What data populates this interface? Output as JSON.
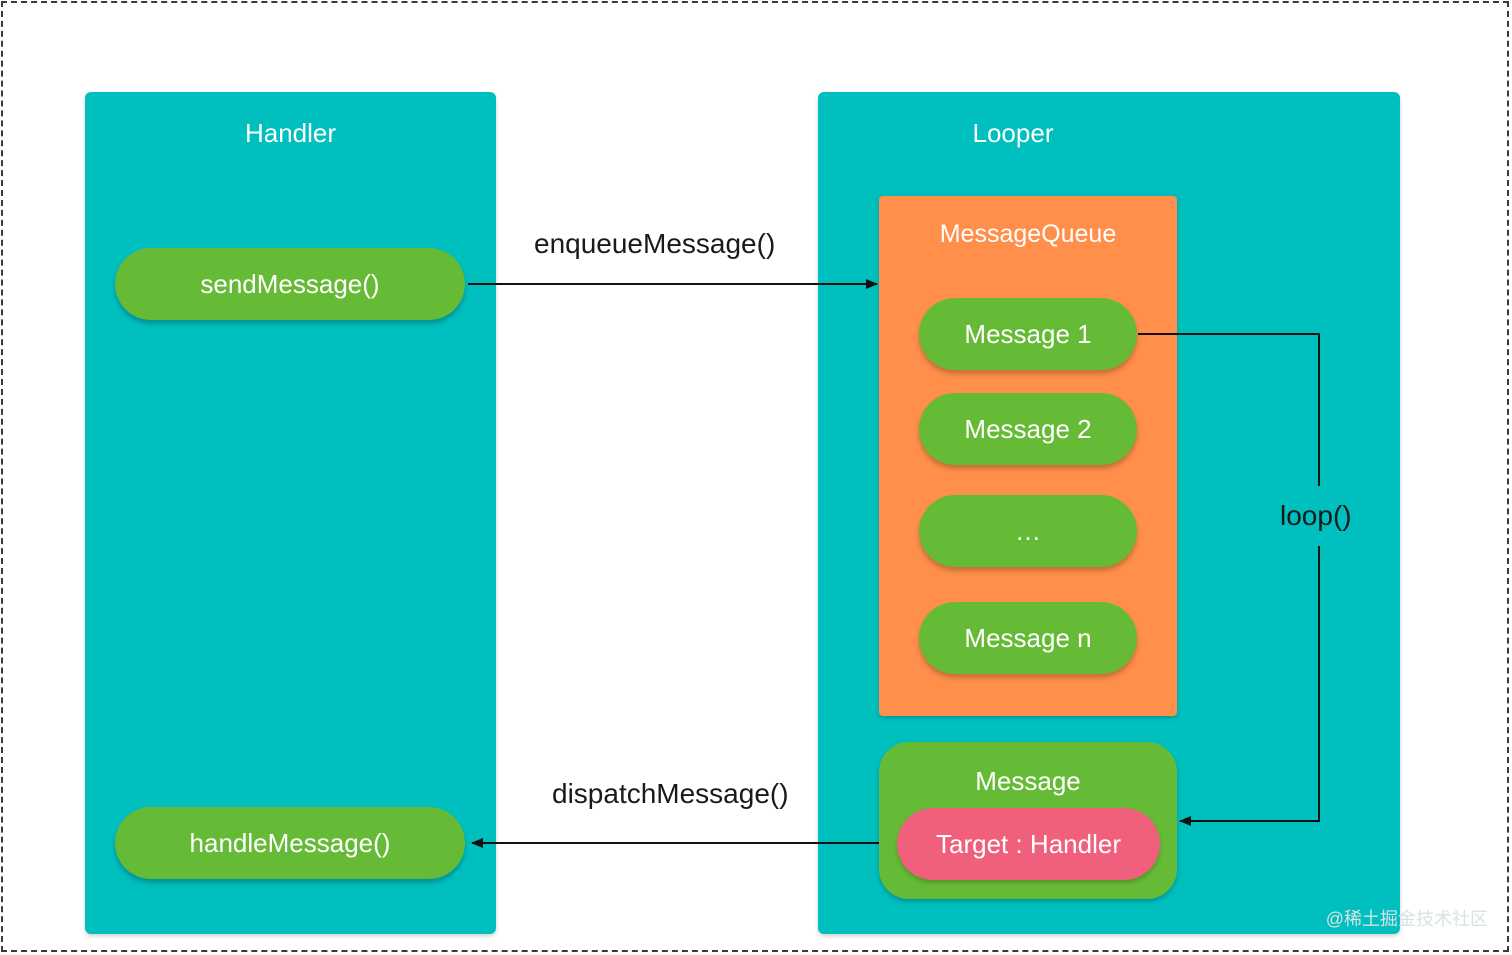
{
  "handler": {
    "title": "Handler",
    "send_label": "sendMessage()",
    "handle_label": "handleMessage()"
  },
  "looper": {
    "title": "Looper",
    "queue": {
      "title": "MessageQueue",
      "items": [
        "Message 1",
        "Message 2",
        "…",
        "Message n"
      ]
    },
    "current_message": {
      "title": "Message",
      "target": "Target : Handler"
    }
  },
  "arrows": {
    "enqueue": "enqueueMessage()",
    "dispatch": "dispatchMessage()",
    "loop": "loop()"
  },
  "watermark": "@稀土掘金技术社区",
  "colors": {
    "panel": "#00bfbf",
    "queue": "#ff8f4a",
    "pill": "#66bb36",
    "target": "#f0607c"
  }
}
